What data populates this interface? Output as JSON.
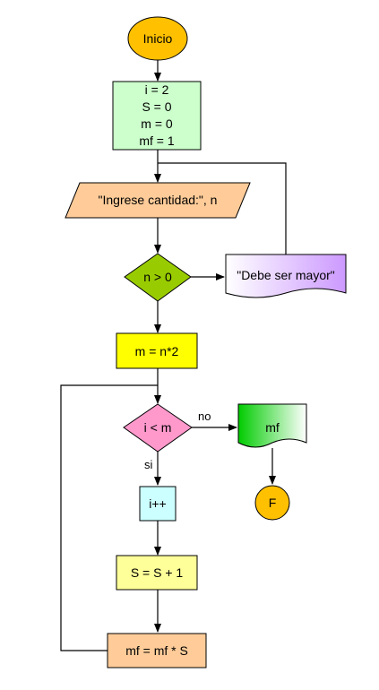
{
  "flowchart": {
    "start": "Inicio",
    "init_lines": [
      "i = 2",
      "S = 0",
      "m = 0",
      "mf = 1"
    ],
    "input": "\"Ingrese cantidad:\", n",
    "cond_n": "n > 0",
    "message": "\"Debe ser mayor\"",
    "assign_m": "m = n*2",
    "cond_i": "i < m",
    "label_no": "no",
    "label_si": "si",
    "output": "mf",
    "end": "F",
    "increment": "i++",
    "sum": "S = S + 1",
    "product": "mf = mf * S"
  },
  "colors": {
    "terminal": "#ffc000",
    "init": "#ccffcc",
    "input": "#ffcc99",
    "decision_n": "#99cc00",
    "message_grad_start": "#ffffff",
    "message_grad_end": "#cc99ff",
    "assign_m": "#ffff00",
    "decision_i": "#ff99cc",
    "output_grad_start": "#00cc00",
    "output_grad_end": "#ffffff",
    "increment": "#ccffff",
    "sum": "#ffff99",
    "product": "#ffcc99"
  }
}
